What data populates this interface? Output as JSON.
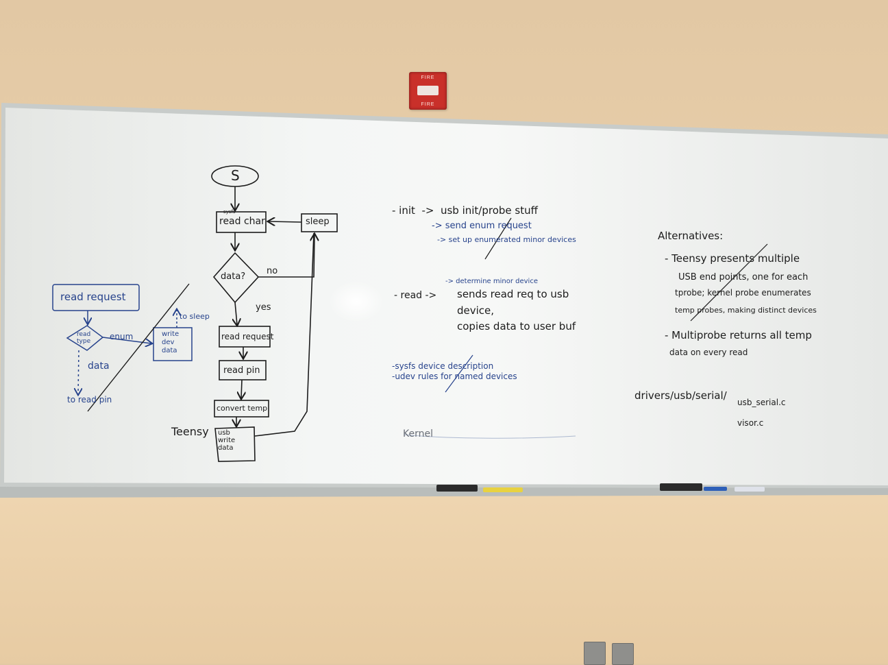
{
  "fire_alarm": {
    "top_label": "FIRE",
    "bottom_label": "FIRE"
  },
  "flowchart": {
    "start": "S",
    "read_char_note": "sysfs",
    "read_char": "read char",
    "sleep": "sleep",
    "decision": "data?",
    "no": "no",
    "yes": "yes",
    "read_request": "read request",
    "read_pin": "read pin",
    "convert_temp": "convert temp",
    "usb_write_data_1": "usb",
    "usb_write_data_2": "write",
    "usb_write_data_3": "data",
    "teensy": "Teensy"
  },
  "left_diagram": {
    "read_request": "read request",
    "read_type_1": "read",
    "read_type_2": "type",
    "enum": "enum",
    "write_dev_data_1": "write",
    "write_dev_data_2": "dev",
    "write_dev_data_3": "data",
    "to_sleep": "to sleep",
    "data": "data",
    "to_read_pin": "to read pin"
  },
  "kernel_notes": {
    "init": "- init  ->  usb init/probe stuff",
    "send_enum": "-> send enum request",
    "setup_minor": "-> set up enumerated minor devices",
    "determine_minor": "-> determine minor device",
    "read": "- read ->",
    "sends_read": "sends read req to usb",
    "device": "device,",
    "copies": "copies data to user buf",
    "sysfs": "-sysfs device description",
    "udev": "-udev rules for named devices",
    "kernel": "Kernel"
  },
  "alternatives": {
    "title": "Alternatives:",
    "item1_line1": "- Teensy presents multiple",
    "item1_line2": "USB end points, one for each",
    "item1_line3": "tprobe; kernel probe enumerates",
    "item1_line4": "temp probes, making distinct devices",
    "item2_line1": "- Multiprobe returns all temp",
    "item2_line2": "data on every read"
  },
  "paths": {
    "dir": "drivers/usb/serial/",
    "file1": "usb_serial.c",
    "file2": "visor.c"
  },
  "colors": {
    "marker_black": "#1c1c1c",
    "marker_blue": "#27438c",
    "wall": "#e9cfaa",
    "board": "#f1f3f2"
  }
}
